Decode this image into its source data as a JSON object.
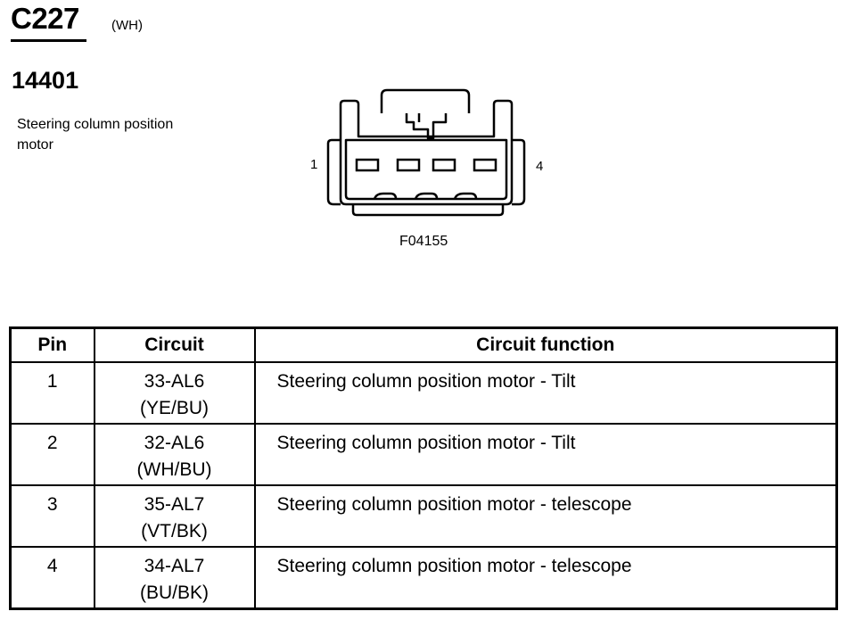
{
  "connector": {
    "id": "C227",
    "color": "(WH)",
    "part_number": "14401",
    "component": "Steering column position motor",
    "pin_first": "1",
    "pin_last": "4",
    "figure_code": "F04155"
  },
  "table": {
    "headers": [
      "Pin",
      "Circuit",
      "Circuit function"
    ],
    "rows": [
      {
        "pin": "1",
        "circuit": "33-AL6",
        "wire_color": "(YE/BU)",
        "function": "Steering column position motor - Tilt"
      },
      {
        "pin": "2",
        "circuit": "32-AL6",
        "wire_color": "(WH/BU)",
        "function": "Steering column position motor - Tilt"
      },
      {
        "pin": "3",
        "circuit": "35-AL7",
        "wire_color": "(VT/BK)",
        "function": "Steering column position motor - telescope"
      },
      {
        "pin": "4",
        "circuit": "34-AL7",
        "wire_color": "(BU/BK)",
        "function": "Steering column position motor - telescope"
      }
    ]
  }
}
